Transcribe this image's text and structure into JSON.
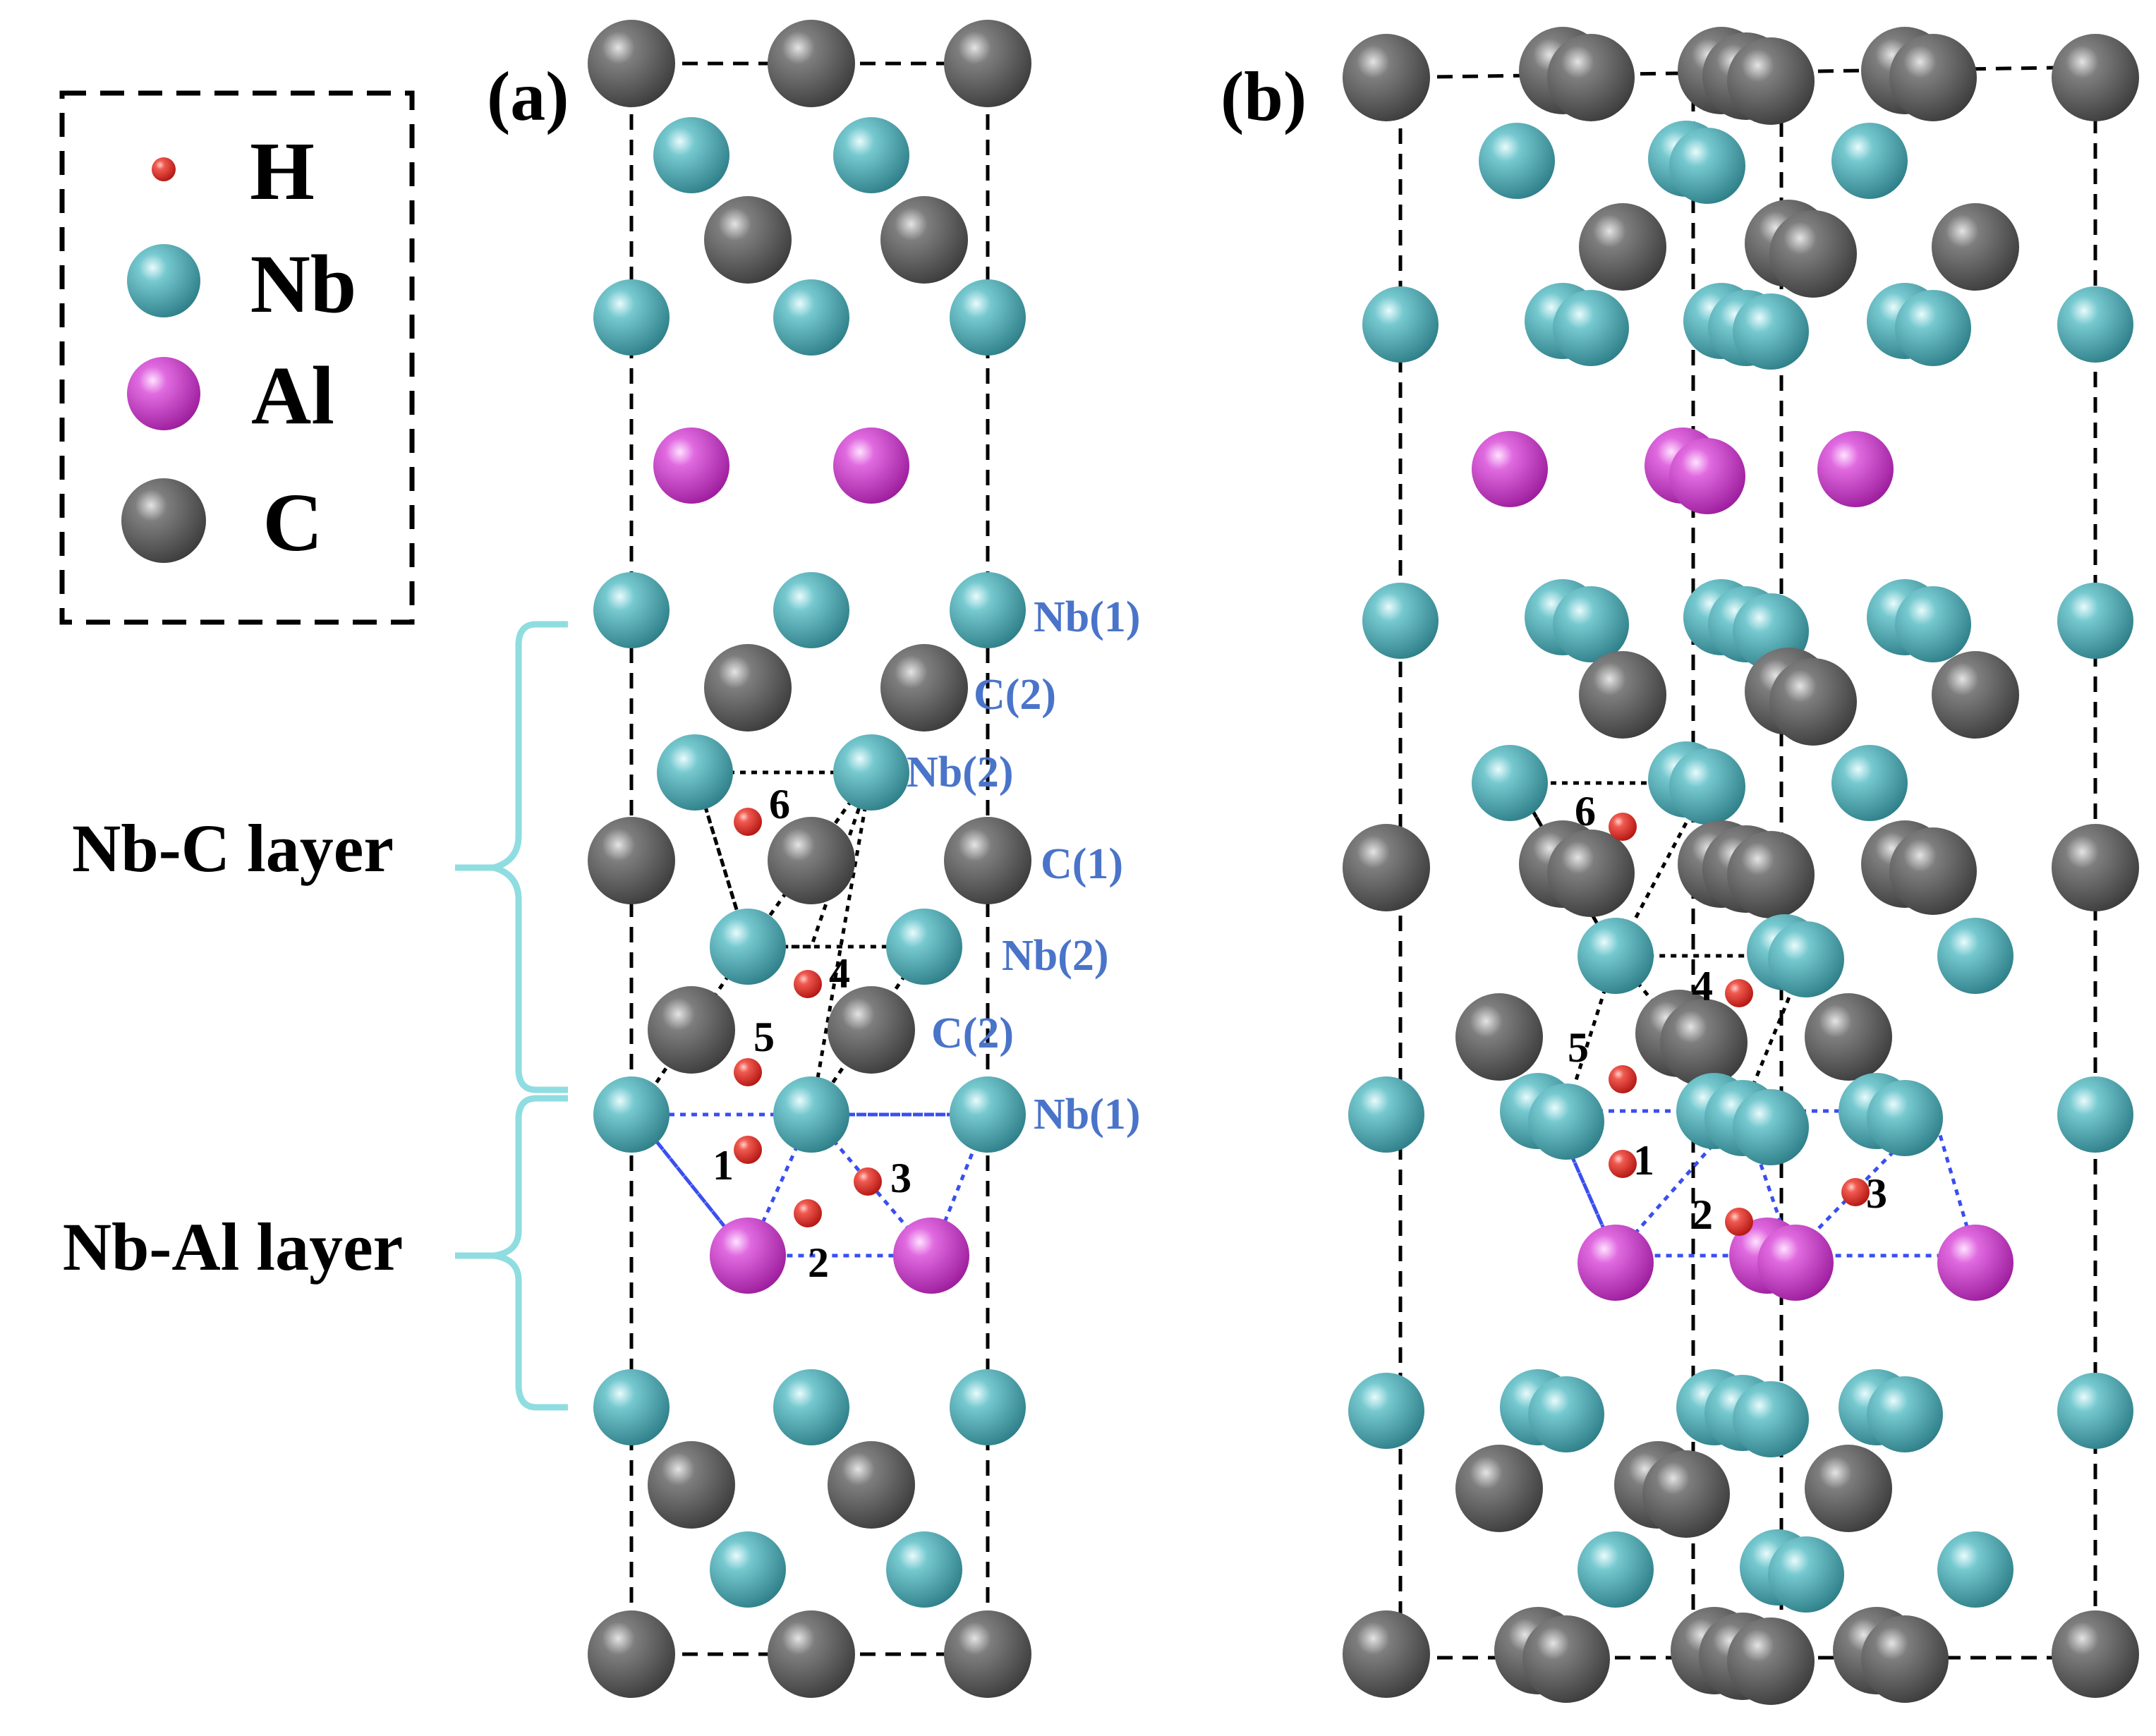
{
  "panels": [
    {
      "id": "a",
      "label": "(a)"
    },
    {
      "id": "b",
      "label": "(b)"
    }
  ],
  "legend": [
    {
      "symbol": "H",
      "color": "#e8322e"
    },
    {
      "symbol": "Nb",
      "color": "#5fb8c0"
    },
    {
      "symbol": "Al",
      "color": "#d94ed9"
    },
    {
      "symbol": "C",
      "color": "#6e6e6e"
    }
  ],
  "layers": {
    "nbc": "Nb-C layer",
    "nbal": "Nb-Al layer",
    "bracket_color": "#8fdde0"
  },
  "site_labels_a": [
    "Nb(1)",
    "C(2)",
    "Nb(2)",
    "C(1)",
    "Nb(2)",
    "C(2)",
    "Nb(1)"
  ],
  "site_label_color": "#4a74c9",
  "h_site_numbers": [
    "1",
    "2",
    "3",
    "4",
    "5",
    "6"
  ],
  "colors": {
    "H": "#e8322e",
    "Nb": "#5fb8c0",
    "Al": "#d94ed9",
    "C": "#6e6e6e",
    "dash_blue": "#3a4ef0"
  }
}
